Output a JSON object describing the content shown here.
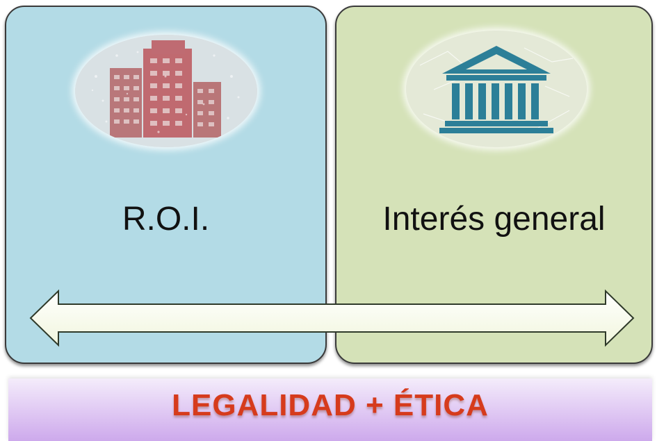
{
  "panels": {
    "left": {
      "label": "R.O.I.",
      "icon": "office-buildings-icon",
      "color": "#b3dbe6"
    },
    "right": {
      "label": "Interés general",
      "icon": "government-building-icon",
      "color": "#d5e2b8"
    }
  },
  "arrow": {
    "icon": "double-headed-arrow"
  },
  "banner": {
    "text": "LEGALIDAD + ÉTICA",
    "text_color": "#d63b1c"
  }
}
